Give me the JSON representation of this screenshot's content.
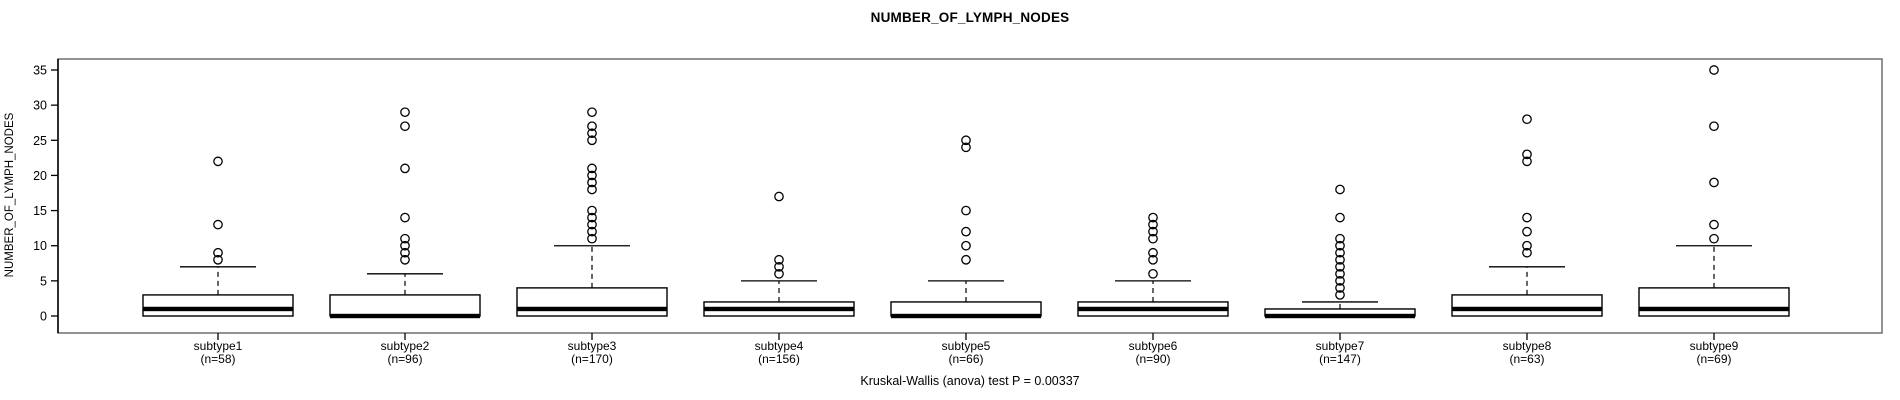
{
  "chart_data": {
    "type": "boxplot",
    "title": "NUMBER_OF_LYMPH_NODES",
    "ylabel": "NUMBER_OF_LYMPH_NODES",
    "footer": "Kruskal-Wallis (anova) test P = 0.00337",
    "ylim": [
      0,
      35
    ],
    "yticks": [
      0,
      5,
      10,
      15,
      20,
      25,
      30,
      35
    ],
    "grid": false,
    "groups": [
      {
        "label": "subtype1",
        "n_label": "(n=58)",
        "q1": 0,
        "median": 1,
        "q3": 3,
        "whisker_low": 0,
        "whisker_high": 7,
        "outliers": [
          8,
          9,
          13,
          22
        ]
      },
      {
        "label": "subtype2",
        "n_label": "(n=96)",
        "q1": 0,
        "median": 0,
        "q3": 3,
        "whisker_low": 0,
        "whisker_high": 6,
        "outliers": [
          8,
          9,
          10,
          11,
          14,
          21,
          27,
          29
        ]
      },
      {
        "label": "subtype3",
        "n_label": "(n=170)",
        "q1": 0,
        "median": 1,
        "q3": 4,
        "whisker_low": 0,
        "whisker_high": 10,
        "outliers": [
          11,
          12,
          13,
          14,
          15,
          18,
          19,
          20,
          21,
          25,
          26,
          27,
          29
        ]
      },
      {
        "label": "subtype4",
        "n_label": "(n=156)",
        "q1": 0,
        "median": 1,
        "q3": 2,
        "whisker_low": 0,
        "whisker_high": 5,
        "outliers": [
          6,
          7,
          8,
          17
        ]
      },
      {
        "label": "subtype5",
        "n_label": "(n=66)",
        "q1": 0,
        "median": 0,
        "q3": 2,
        "whisker_low": 0,
        "whisker_high": 5,
        "outliers": [
          8,
          10,
          12,
          15,
          24,
          25
        ]
      },
      {
        "label": "subtype6",
        "n_label": "(n=90)",
        "q1": 0,
        "median": 1,
        "q3": 2,
        "whisker_low": 0,
        "whisker_high": 5,
        "outliers": [
          6,
          8,
          9,
          11,
          12,
          13,
          14
        ]
      },
      {
        "label": "subtype7",
        "n_label": "(n=147)",
        "q1": 0,
        "median": 0,
        "q3": 1,
        "whisker_low": 0,
        "whisker_high": 2,
        "outliers": [
          3,
          4,
          5,
          6,
          7,
          8,
          9,
          10,
          11,
          14,
          18
        ]
      },
      {
        "label": "subtype8",
        "n_label": "(n=63)",
        "q1": 0,
        "median": 1,
        "q3": 3,
        "whisker_low": 0,
        "whisker_high": 7,
        "outliers": [
          9,
          10,
          12,
          14,
          22,
          23,
          28
        ]
      },
      {
        "label": "subtype9",
        "n_label": "(n=69)",
        "q1": 0,
        "median": 1,
        "q3": 4,
        "whisker_low": 0,
        "whisker_high": 10,
        "outliers": [
          11,
          13,
          19,
          27,
          35
        ]
      }
    ],
    "colors": {
      "box_fill": "#ffffff",
      "stroke": "#000000",
      "frame": "#6e6e6e",
      "background": "#ffffff"
    }
  }
}
